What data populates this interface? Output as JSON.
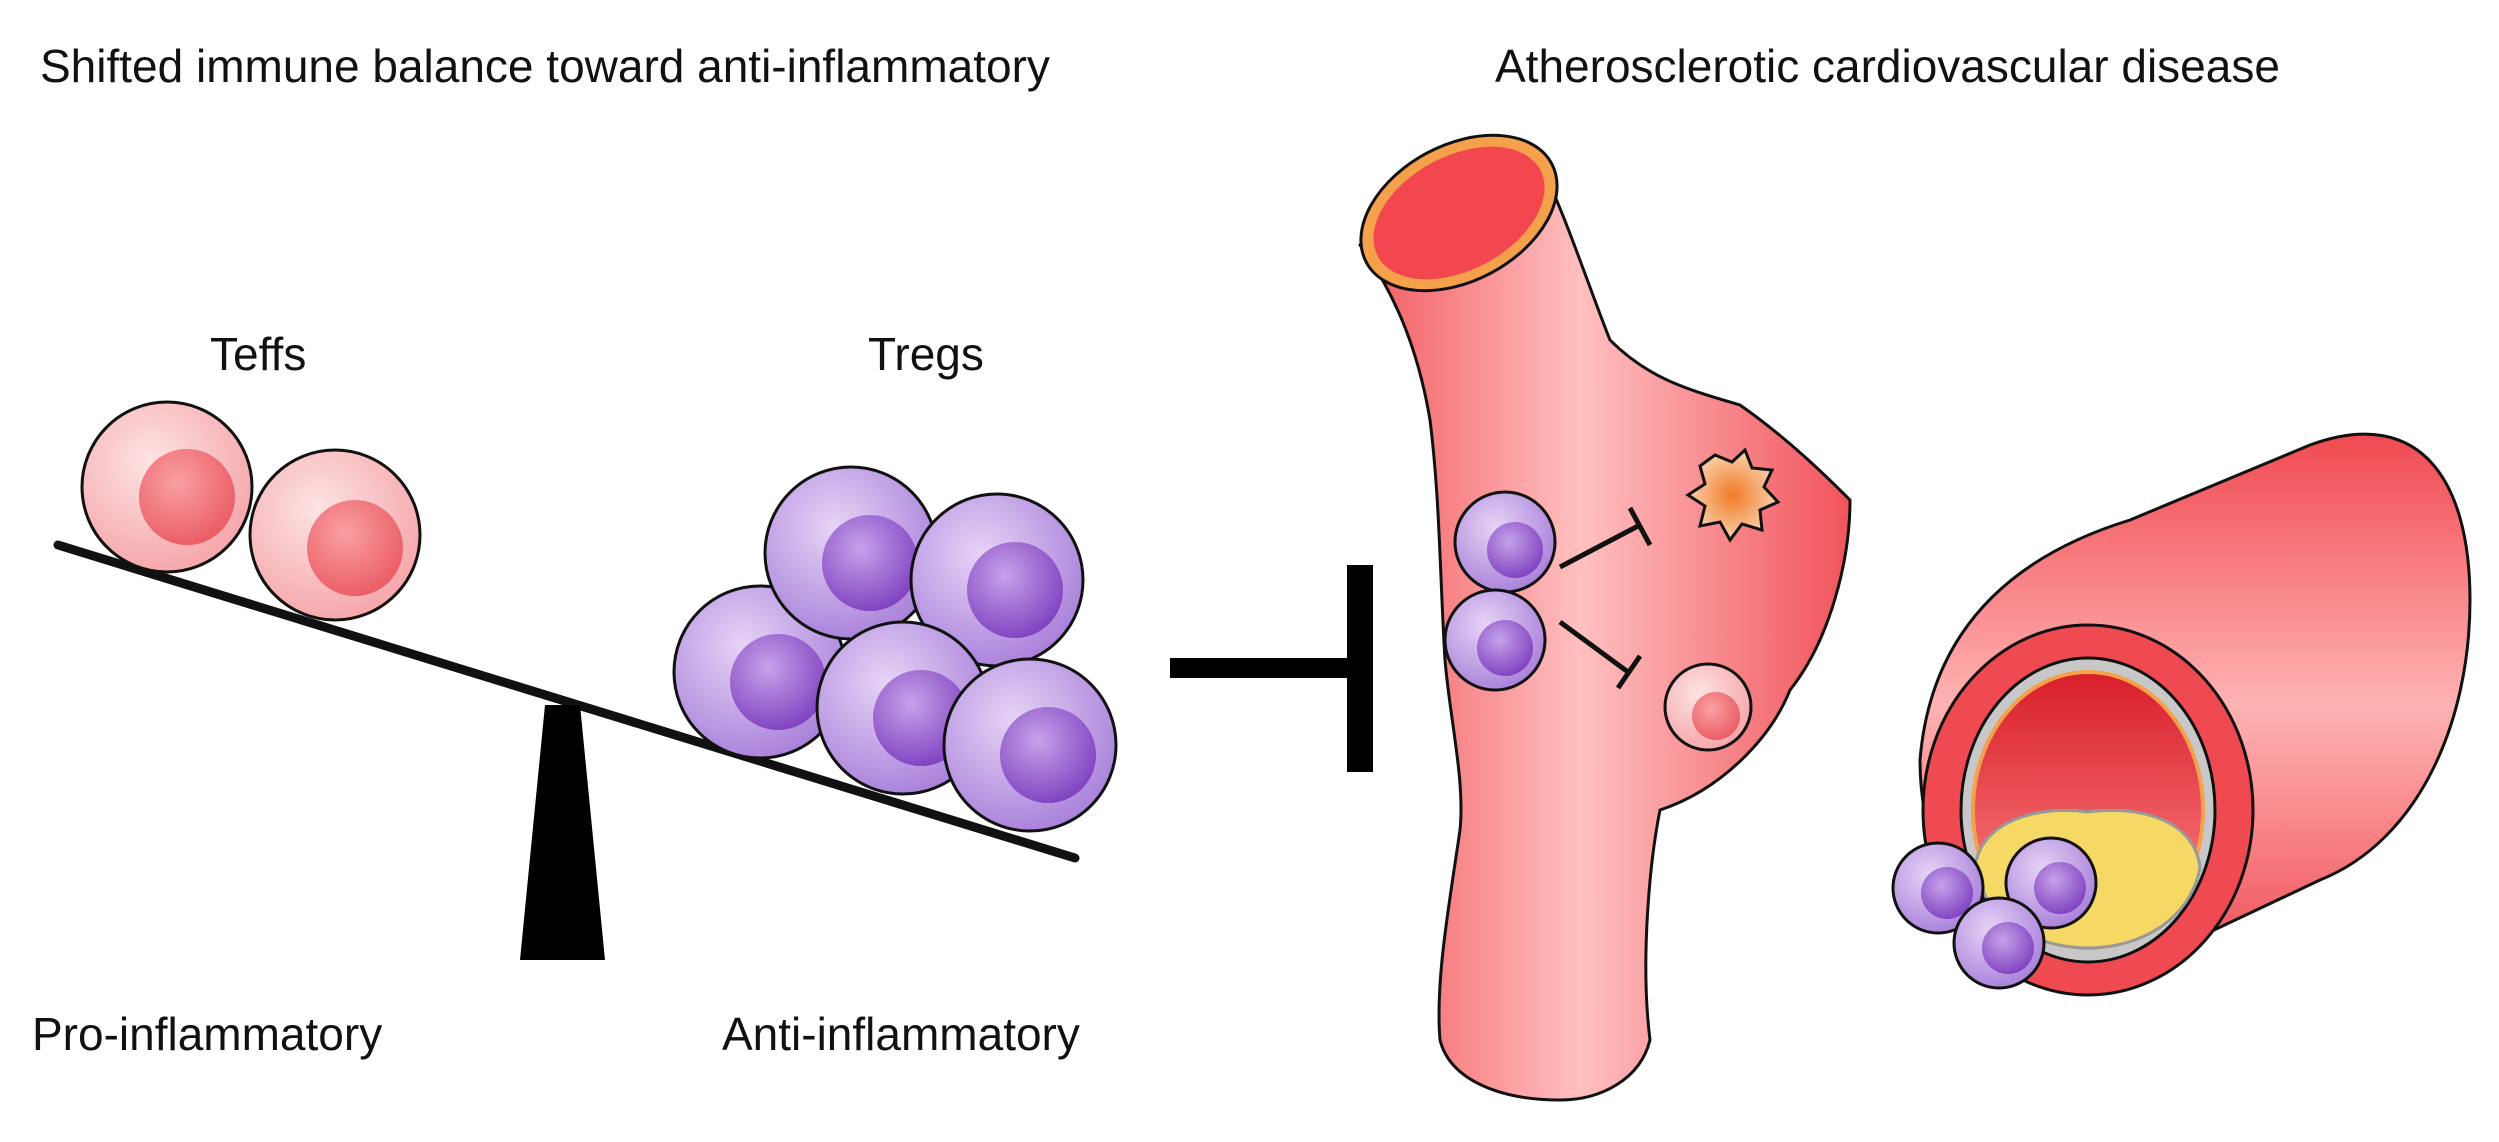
{
  "titles": {
    "left": "Shifted immune balance toward anti-inflammatory",
    "right": "Atherosclerotic cardiovascular disease"
  },
  "cells": {
    "teffs": "Teffs",
    "tregs": "Tregs"
  },
  "balance": {
    "left_label": "Pro-inflammatory",
    "right_label": "Anti-inflammatory"
  },
  "colors": {
    "teff_fill": "#f8a8ab",
    "teff_nucleus": "#ef6a70",
    "treg_fill": "#b58be0",
    "treg_nucleus": "#8a4fc8",
    "artery": "#f0545b",
    "artery_light": "#ffb0b0",
    "artery_rim": "#f5a04a",
    "plaque": "#f6d865",
    "macrophage": "#f39a4a",
    "outline": "#111111"
  },
  "icons": {
    "inhibition": "inhibition-bar-icon",
    "fulcrum": "fulcrum-icon"
  }
}
